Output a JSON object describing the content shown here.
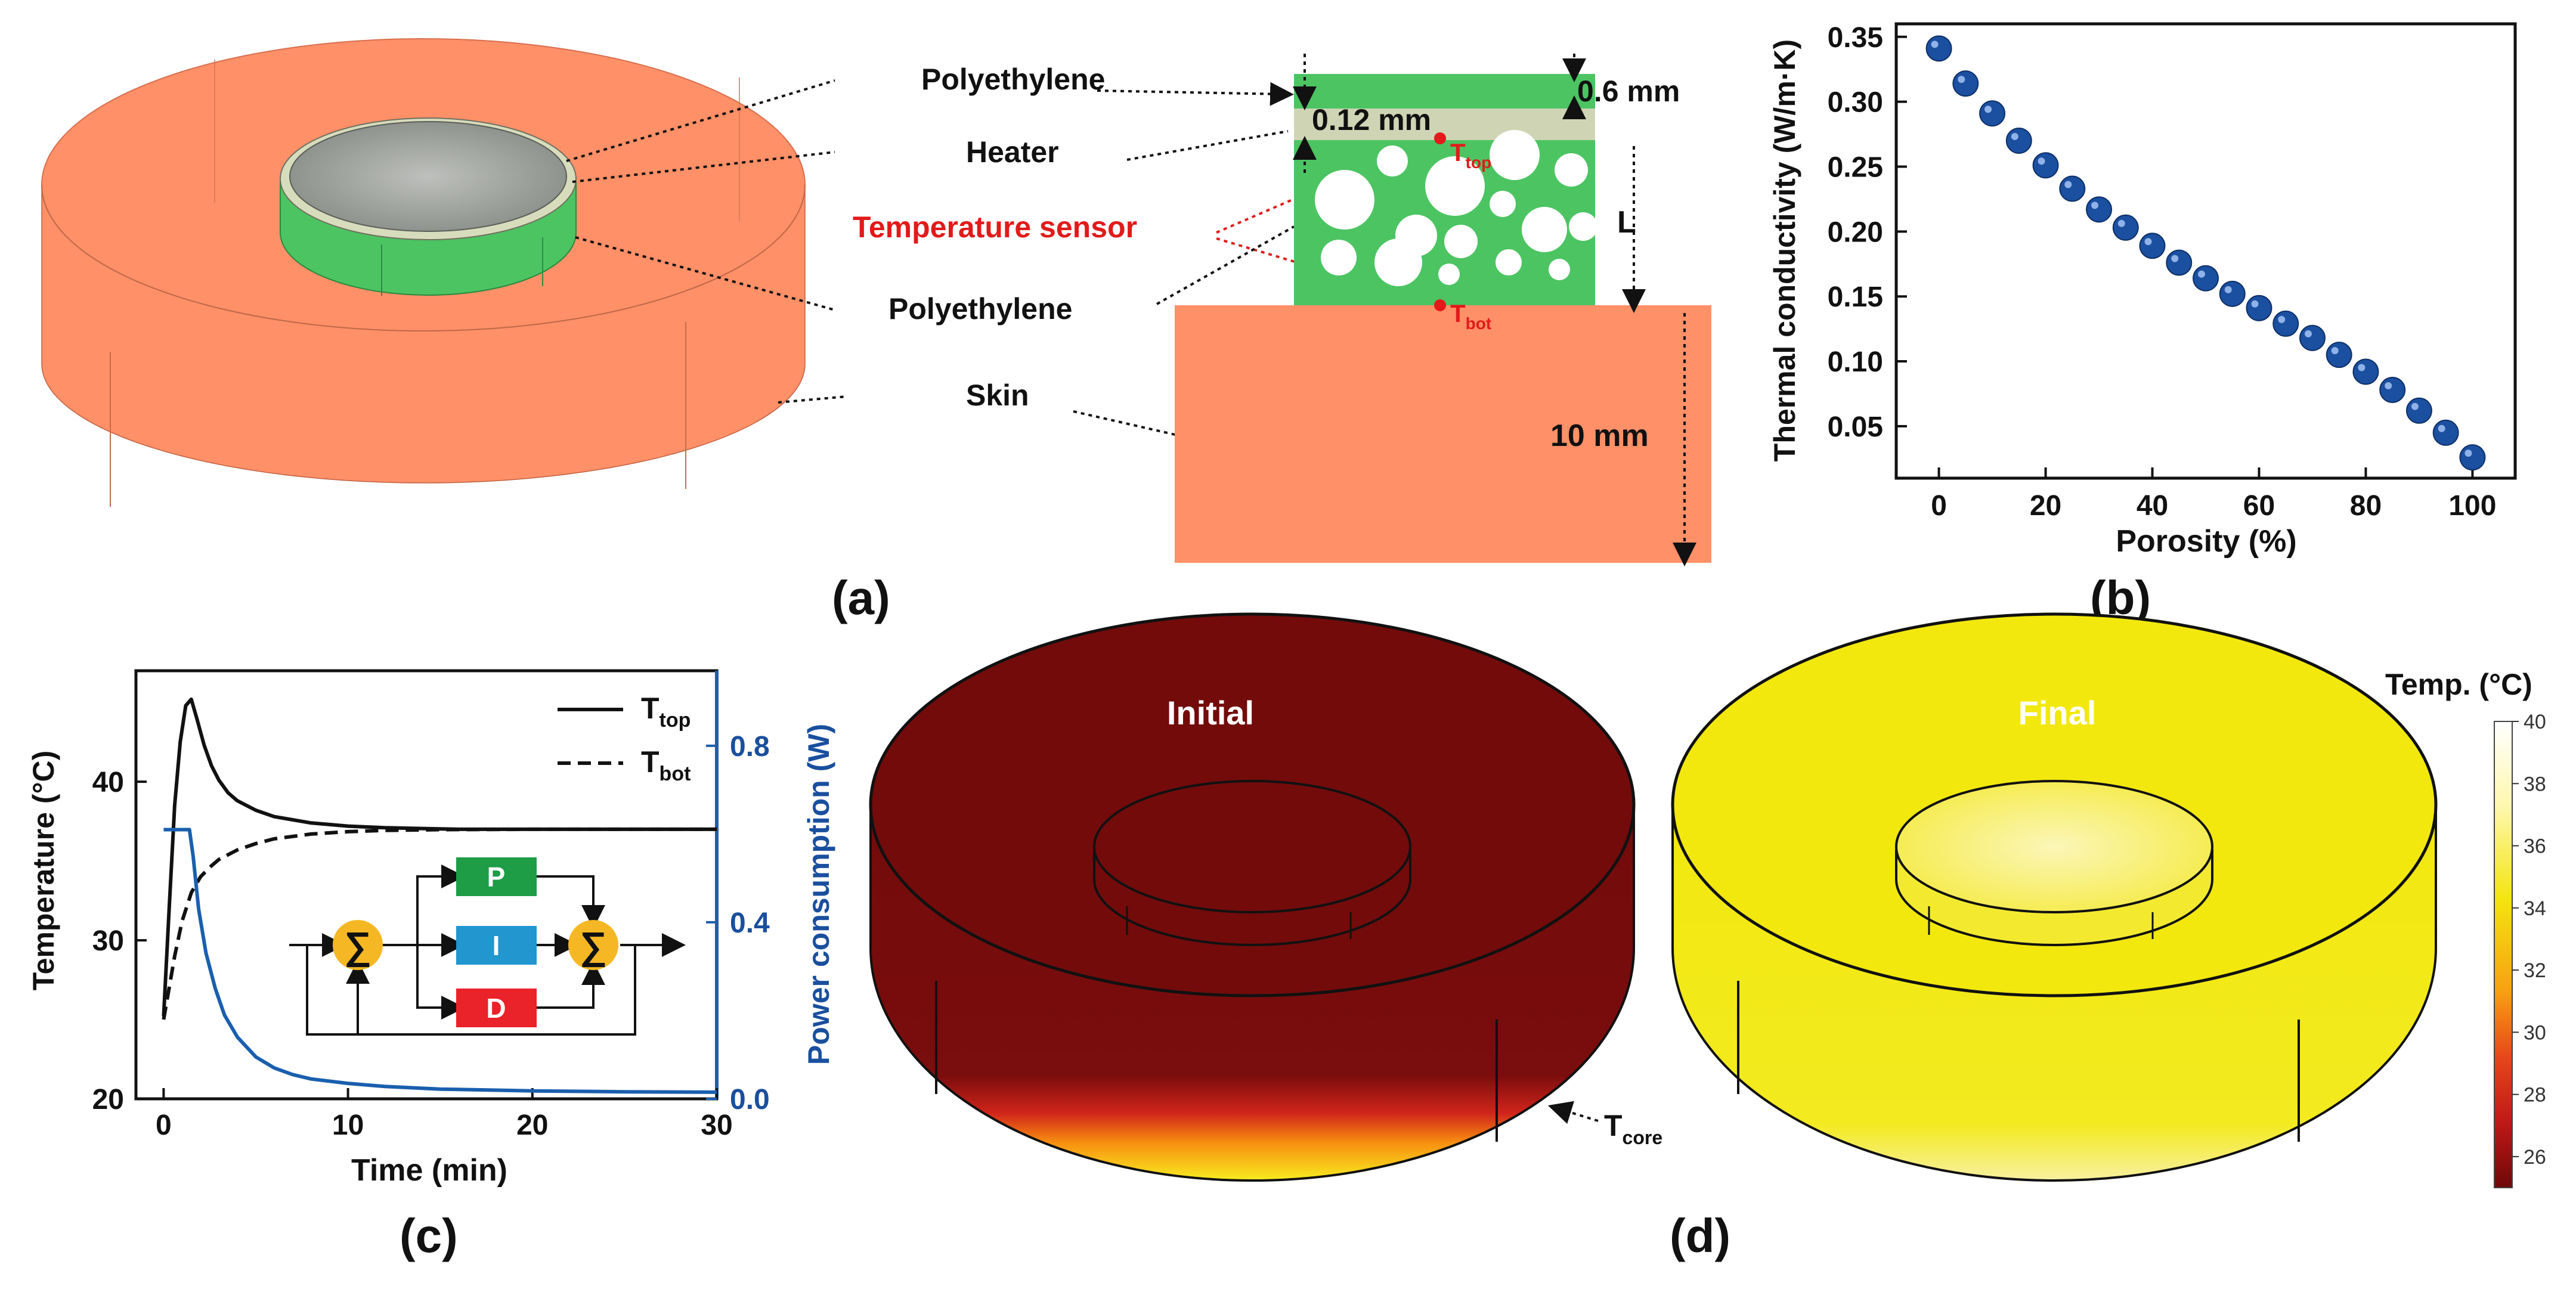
{
  "panel_a": {
    "callouts": {
      "polyethylene_top": "Polyethylene",
      "heater": "Heater",
      "temperature_sensor": "Temperature sensor",
      "polyethylene_bottom": "Polyethylene",
      "skin": "Skin"
    },
    "dimensions": {
      "top_layer": "0.6 mm",
      "heater": "0.12 mm",
      "porous": "L",
      "skin": "10 mm"
    },
    "t_top": {
      "base": "T",
      "sub": "top"
    },
    "t_bot": {
      "base": "T",
      "sub": "bot"
    },
    "caption": "(a)"
  },
  "panel_b": {
    "caption": "(b)",
    "ylabel": "Thermal conductivity (W/m·K)",
    "xlabel": "Porosity (%)"
  },
  "panel_c": {
    "caption": "(c)",
    "xlabel": "Time (min)",
    "ylabel_left": "Temperature (°C)",
    "ylabel_right": "Power consumption (W)",
    "legend": [
      {
        "base": "T",
        "sub": "top",
        "style": "solid"
      },
      {
        "base": "T",
        "sub": "bot",
        "style": "dashed"
      }
    ],
    "pid": {
      "p": "P",
      "i": "I",
      "d": "D",
      "sum": "∑"
    }
  },
  "panel_d": {
    "caption": "(d)",
    "initial_label": "Initial",
    "final_label": "Final",
    "t_core": {
      "base": "T",
      "sub": "core"
    },
    "colorbar_title": "Temp. (°C)",
    "colorbar_ticks": [
      "40",
      "38",
      "36",
      "34",
      "32",
      "30",
      "28",
      "26"
    ]
  },
  "colors": {
    "skin": "#ff9068",
    "polyethylene": "#4cc462",
    "heater": "#cfd5b4",
    "sensor": "#e21a1a",
    "power_line": "#1a5fae",
    "dot": "#1b4fa0",
    "initial_top": "#730b0b",
    "final_top": "#f2e80e"
  },
  "chart_data": [
    {
      "type": "scatter",
      "panel": "b",
      "xlabel": "Porosity (%)",
      "ylabel": "Thermal conductivity (W/m·K)",
      "xlim": [
        -8,
        108
      ],
      "ylim": [
        0.01,
        0.36
      ],
      "xticks": [
        0,
        20,
        40,
        60,
        80,
        100
      ],
      "yticks": [
        0.05,
        0.1,
        0.15,
        0.2,
        0.25,
        0.3,
        0.35
      ],
      "series": [
        {
          "x": [
            0,
            5,
            10,
            15,
            20,
            25,
            30,
            35,
            40,
            45,
            50,
            55,
            60,
            65,
            70,
            75,
            80,
            85,
            90,
            95,
            100
          ],
          "y": [
            0.341,
            0.314,
            0.291,
            0.27,
            0.251,
            0.233,
            0.217,
            0.203,
            0.189,
            0.176,
            0.164,
            0.152,
            0.141,
            0.129,
            0.118,
            0.105,
            0.092,
            0.078,
            0.062,
            0.045,
            0.026
          ]
        }
      ]
    },
    {
      "type": "line",
      "panel": "c",
      "xlabel": "Time (min)",
      "ylabel": "Temperature (°C)",
      "y2label": "Power consumption (W)",
      "xlim": [
        -1.5,
        30
      ],
      "ylim": [
        20,
        47
      ],
      "y2lim": [
        0,
        0.97
      ],
      "xticks": [
        0,
        10,
        20,
        30
      ],
      "yticks": [
        20,
        30,
        40
      ],
      "y2ticks": [
        0.0,
        0.4,
        0.8
      ],
      "series": [
        {
          "name": "Ttop",
          "axis": "left",
          "style": "solid",
          "x": [
            0,
            0.3,
            0.6,
            0.9,
            1.2,
            1.5,
            1.8,
            2.2,
            2.6,
            3.0,
            3.5,
            4,
            5,
            6,
            7,
            8,
            10,
            12,
            14,
            16,
            20,
            25,
            30
          ],
          "y": [
            25.2,
            32,
            38.5,
            42.5,
            44.8,
            45.2,
            44.0,
            42.3,
            41.0,
            40.1,
            39.3,
            38.8,
            38.2,
            37.8,
            37.6,
            37.4,
            37.2,
            37.1,
            37.05,
            37.0,
            37.0,
            37.0,
            37.0
          ]
        },
        {
          "name": "Tbot",
          "axis": "left",
          "style": "dashed",
          "x": [
            0,
            0.3,
            0.6,
            1.0,
            1.5,
            2.0,
            2.5,
            3,
            4,
            5,
            6,
            8,
            10,
            12,
            15,
            20,
            25,
            30
          ],
          "y": [
            25.0,
            27.0,
            29.0,
            31.2,
            33.0,
            34.0,
            34.6,
            35.1,
            35.7,
            36.1,
            36.4,
            36.7,
            36.85,
            36.93,
            36.98,
            37.0,
            37.0,
            37.0
          ]
        },
        {
          "name": "Power",
          "axis": "right",
          "style": "solid",
          "color": "#1a5fae",
          "x": [
            0,
            1.4,
            1.6,
            1.9,
            2.3,
            2.8,
            3.3,
            4,
            5,
            6,
            7,
            8,
            10,
            12,
            15,
            20,
            25,
            30
          ],
          "y": [
            0.61,
            0.61,
            0.55,
            0.43,
            0.33,
            0.25,
            0.19,
            0.14,
            0.095,
            0.07,
            0.055,
            0.045,
            0.035,
            0.028,
            0.022,
            0.018,
            0.016,
            0.015
          ]
        }
      ]
    }
  ]
}
